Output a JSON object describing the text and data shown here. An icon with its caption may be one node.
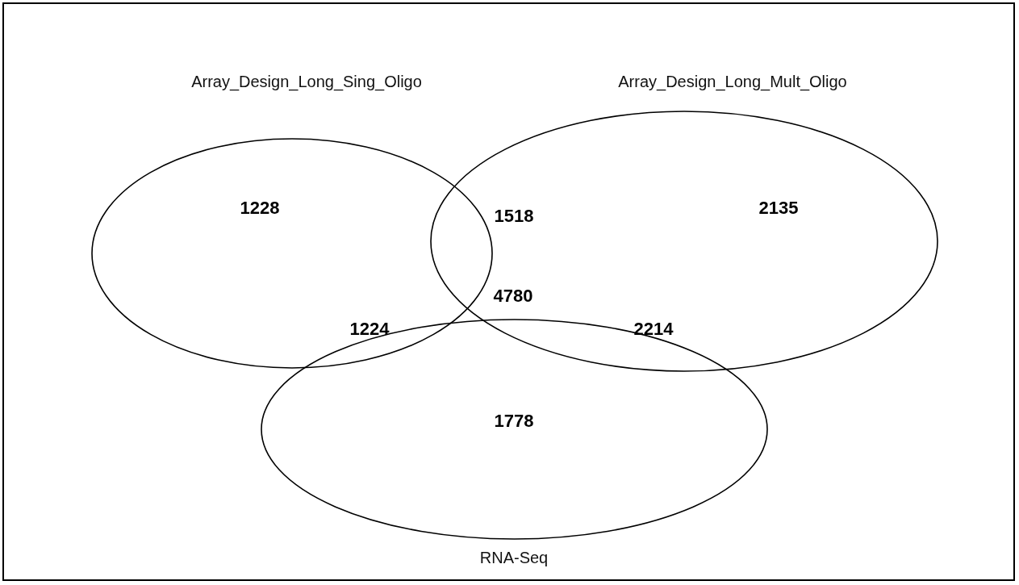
{
  "diagram": {
    "nodes": [
      {
        "text": [
          "Array_Design_Long_Sing_Oligo"
        ]
      },
      {
        "text": [
          "Array_Design_Long_Mult_Oligo"
        ]
      },
      {
        "text": [
          "RNA-Seq"
        ]
      }
    ],
    "labels": [
      "1228",
      "1518",
      "2135",
      "4780",
      "1224",
      "2214",
      "1778"
    ]
  }
}
